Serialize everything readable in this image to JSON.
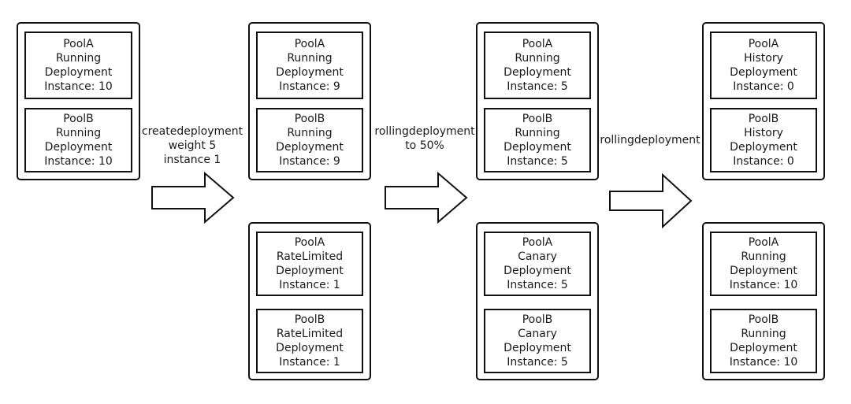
{
  "groups": [
    {
      "pools": [
        {
          "name": "PoolA",
          "state": "Running",
          "kind": "Deployment",
          "instance": "Instance: 10"
        },
        {
          "name": "PoolB",
          "state": "Running",
          "kind": "Deployment",
          "instance": "Instance: 10"
        }
      ]
    },
    {
      "pools": [
        {
          "name": "PoolA",
          "state": "Running",
          "kind": "Deployment",
          "instance": "Instance: 9"
        },
        {
          "name": "PoolB",
          "state": "Running",
          "kind": "Deployment",
          "instance": "Instance: 9"
        }
      ]
    },
    {
      "pools": [
        {
          "name": "PoolA",
          "state": "RateLimited",
          "kind": "Deployment",
          "instance": "Instance: 1"
        },
        {
          "name": "PoolB",
          "state": "RateLimited",
          "kind": "Deployment",
          "instance": "Instance: 1"
        }
      ]
    },
    {
      "pools": [
        {
          "name": "PoolA",
          "state": "Running",
          "kind": "Deployment",
          "instance": "Instance: 5"
        },
        {
          "name": "PoolB",
          "state": "Running",
          "kind": "Deployment",
          "instance": "Instance: 5"
        }
      ]
    },
    {
      "pools": [
        {
          "name": "PoolA",
          "state": "Canary",
          "kind": "Deployment",
          "instance": "Instance: 5"
        },
        {
          "name": "PoolB",
          "state": "Canary",
          "kind": "Deployment",
          "instance": "Instance: 5"
        }
      ]
    },
    {
      "pools": [
        {
          "name": "PoolA",
          "state": "History",
          "kind": "Deployment",
          "instance": "Instance: 0"
        },
        {
          "name": "PoolB",
          "state": "History",
          "kind": "Deployment",
          "instance": "Instance: 0"
        }
      ]
    },
    {
      "pools": [
        {
          "name": "PoolA",
          "state": "Running",
          "kind": "Deployment",
          "instance": "Instance: 10"
        },
        {
          "name": "PoolB",
          "state": "Running",
          "kind": "Deployment",
          "instance": "Instance: 10"
        }
      ]
    }
  ],
  "transitions": [
    {
      "lines": [
        "createdeployment",
        "weight 5",
        "instance 1"
      ]
    },
    {
      "lines": [
        "rollingdeployment",
        "to 50%"
      ]
    },
    {
      "lines": [
        "rollingdeployment"
      ]
    }
  ]
}
